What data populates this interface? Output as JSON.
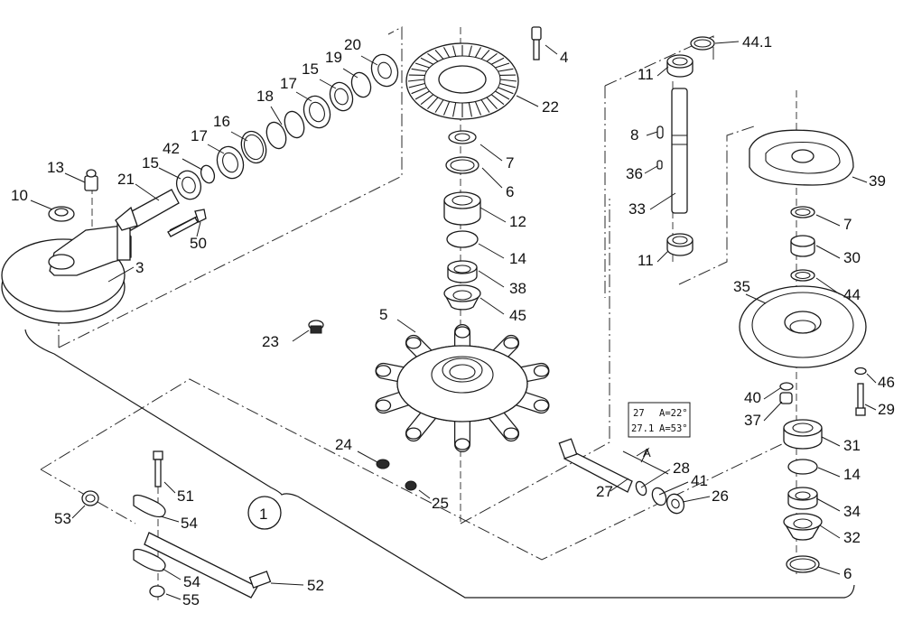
{
  "diagram": {
    "type": "exploded-parts-view",
    "assembly_number": "1",
    "callouts": [
      {
        "id": "c4",
        "label": "4"
      },
      {
        "id": "c44_1",
        "label": "44.1"
      },
      {
        "id": "c20",
        "label": "20"
      },
      {
        "id": "c19",
        "label": "19"
      },
      {
        "id": "c15a",
        "label": "15"
      },
      {
        "id": "c17a",
        "label": "17"
      },
      {
        "id": "c18",
        "label": "18"
      },
      {
        "id": "c16",
        "label": "16"
      },
      {
        "id": "c17b",
        "label": "17"
      },
      {
        "id": "c42",
        "label": "42"
      },
      {
        "id": "c15b",
        "label": "15"
      },
      {
        "id": "c21",
        "label": "21"
      },
      {
        "id": "c13",
        "label": "13"
      },
      {
        "id": "c10",
        "label": "10"
      },
      {
        "id": "c50",
        "label": "50"
      },
      {
        "id": "c3",
        "label": "3"
      },
      {
        "id": "c22",
        "label": "22"
      },
      {
        "id": "c7a",
        "label": "7"
      },
      {
        "id": "c6a",
        "label": "6"
      },
      {
        "id": "c12",
        "label": "12"
      },
      {
        "id": "c14a",
        "label": "14"
      },
      {
        "id": "c38",
        "label": "38"
      },
      {
        "id": "c45",
        "label": "45"
      },
      {
        "id": "c5",
        "label": "5"
      },
      {
        "id": "c23",
        "label": "23"
      },
      {
        "id": "c24",
        "label": "24"
      },
      {
        "id": "c25",
        "label": "25"
      },
      {
        "id": "c11a",
        "label": "11"
      },
      {
        "id": "c8",
        "label": "8"
      },
      {
        "id": "c36",
        "label": "36"
      },
      {
        "id": "c33",
        "label": "33"
      },
      {
        "id": "c11b",
        "label": "11"
      },
      {
        "id": "c39",
        "label": "39"
      },
      {
        "id": "c7b",
        "label": "7"
      },
      {
        "id": "c30",
        "label": "30"
      },
      {
        "id": "c44",
        "label": "44"
      },
      {
        "id": "c35",
        "label": "35"
      },
      {
        "id": "c46",
        "label": "46"
      },
      {
        "id": "c40",
        "label": "40"
      },
      {
        "id": "c29",
        "label": "29"
      },
      {
        "id": "c37",
        "label": "37"
      },
      {
        "id": "c31",
        "label": "31"
      },
      {
        "id": "c14b",
        "label": "14"
      },
      {
        "id": "c34",
        "label": "34"
      },
      {
        "id": "c32",
        "label": "32"
      },
      {
        "id": "c6b",
        "label": "6"
      },
      {
        "id": "c27",
        "label": "27"
      },
      {
        "id": "c28",
        "label": "28"
      },
      {
        "id": "c41",
        "label": "41"
      },
      {
        "id": "c26",
        "label": "26"
      },
      {
        "id": "c51",
        "label": "51"
      },
      {
        "id": "c53",
        "label": "53"
      },
      {
        "id": "c54a",
        "label": "54"
      },
      {
        "id": "c54b",
        "label": "54"
      },
      {
        "id": "c55",
        "label": "55"
      },
      {
        "id": "c52",
        "label": "52"
      }
    ],
    "angle_table": {
      "rows": [
        {
          "part": "27",
          "angle": "A=22°"
        },
        {
          "part": "27.1",
          "angle": "A=53°"
        }
      ]
    },
    "angle_marker": "A"
  }
}
